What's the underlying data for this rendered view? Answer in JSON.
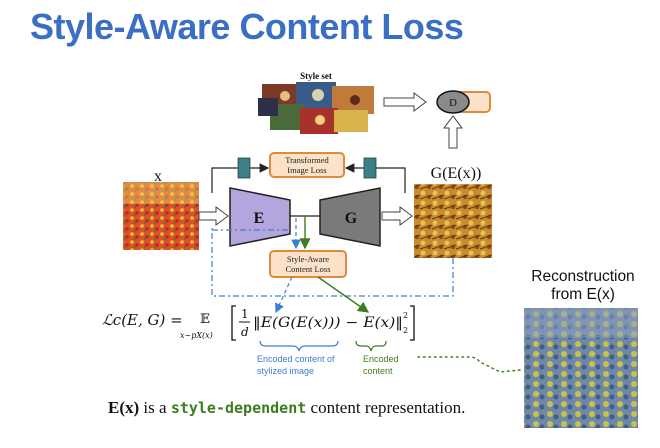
{
  "title": "Style-Aware Content Loss",
  "style_set_label": "Style set",
  "input_label": "x",
  "output_label": "G(E(x))",
  "encoder_label": "E",
  "generator_label": "G",
  "discriminator_label": "D",
  "transformed_loss_line1": "Transformed",
  "transformed_loss_line2": "Image Loss",
  "style_aware_line1": "Style-Aware",
  "style_aware_line2": "Content Loss",
  "formula": {
    "lhs": "ℒc(E, G) = ",
    "expectation": "𝔼",
    "subscript": "x∼pX(x)",
    "frac_num": "1",
    "frac_den": "d",
    "norm_body": "‖E(G(E(x))) − E(x)‖",
    "norm_sub": "2",
    "norm_sup": "2"
  },
  "annotation_stylized_line1": "Encoded content of",
  "annotation_stylized_line2": "stylized image",
  "annotation_encoded_line1": "Encoded",
  "annotation_encoded_line2": "content",
  "reconstruction_line1": "Reconstruction",
  "reconstruction_line2": "from E(x)",
  "bottom_text": {
    "part1": "E(x)",
    "part2": " is a ",
    "part3": "style-dependent",
    "part4": "  content representation."
  },
  "colors": {
    "title": "#3a6fc4",
    "encoder": "#b3a6dc",
    "generator": "#7a7a7a",
    "loss_box_fill": "#fbe2c8",
    "loss_box_stroke": "#e08a3c",
    "blue_annotation": "#3b7fd0",
    "green_annotation": "#3c7d1d",
    "teal_block": "#3d7f86"
  }
}
